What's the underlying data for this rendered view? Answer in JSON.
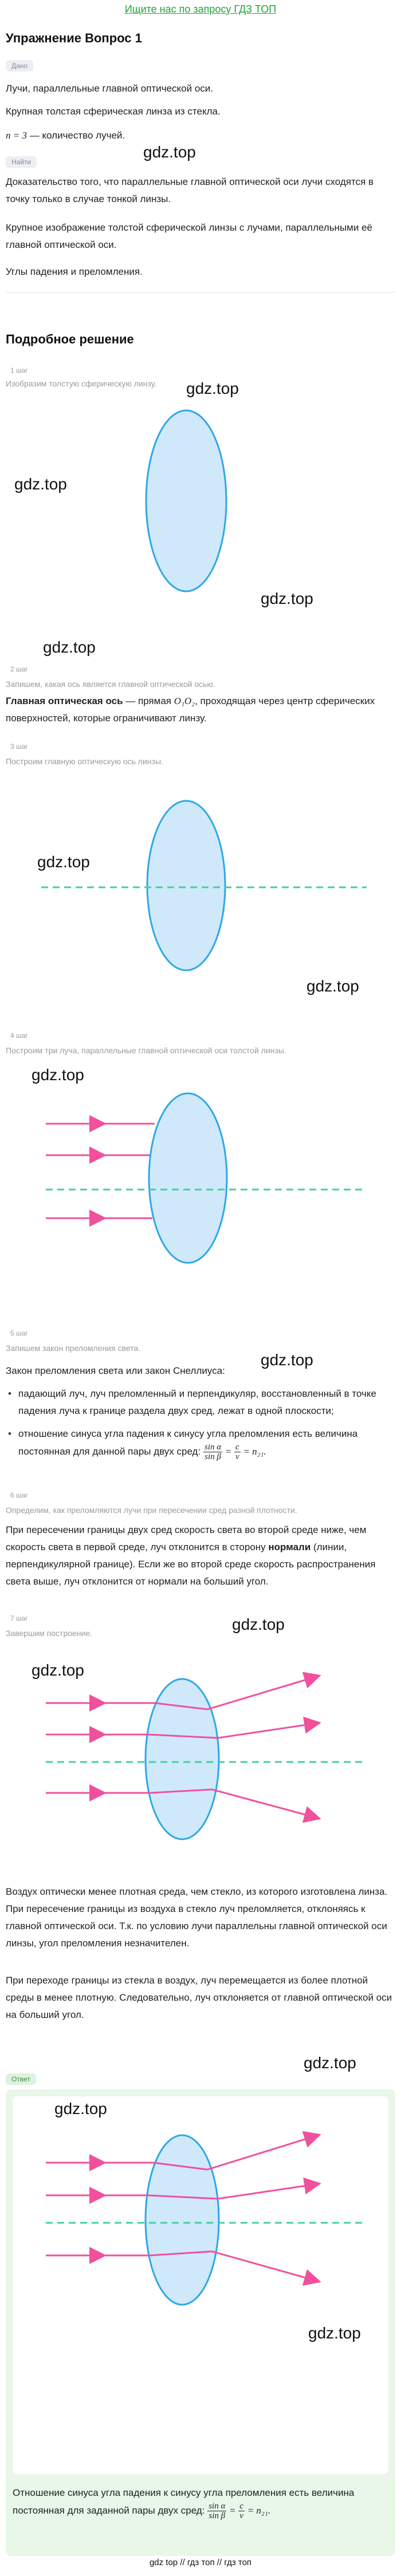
{
  "banner": "Ищите нас по запросу ГДЗ ТОП",
  "title": "Упражнение Вопрос 1",
  "given_tag": "Дано",
  "given": [
    "Лучи, параллельные главной оптической оси.",
    "Крупная толстая сферическая линза из стекла.",
    "— количество лучей."
  ],
  "given_formula": "n = 3",
  "find_tag": "Найти",
  "find": [
    "Доказательство того, что параллельные главной оптической оси лучи сходятся в точку только в случае тонкой линзы.",
    "Крупное изображение толстой сферической линзы с лучами, параллельными её главной оптической оси.",
    "Углы падения и преломления."
  ],
  "solution_title": "Подробное решение",
  "watermark": "gdz.top",
  "steps": [
    {
      "tag": "1 шаг",
      "caption": "Изобразим толстую сферическую линзу."
    },
    {
      "tag": "2 шаг",
      "caption": "Запишем, какая ось является главной оптической осью.",
      "text_bold": "Главная оптическая ось",
      "text_mid": " — прямая ",
      "text_math": "O₁O₂",
      "text_rest": ", проходящая через центр сферических поверхностей, которые ограничивают линзу."
    },
    {
      "tag": "3 шаг",
      "caption": "Построим главную оптическую ось линзы."
    },
    {
      "tag": "4 шаг",
      "caption": "Построим три луча, параллельные главной оптической оси толстой линзы."
    },
    {
      "tag": "5 шаг",
      "caption": "Запишем закон преломления света.",
      "intro": "Закон преломления света или закон Снеллиуса:",
      "b1": "падающий луч, луч преломленный и перпендикуляр, восстановленный в точке падения луча к границе раздела двух сред, лежат в одной плоскости;",
      "b2": "отношение синуса угла падения к синусу угла преломления есть величина постоянная для данной пары двух сред:"
    },
    {
      "tag": "6 шаг",
      "caption": "Определим, как преломляются лучи при пересечении сред разной плотности.",
      "p1": "При пересечении границы двух сред скорость света во второй среде ниже, чем скорость света в первой среде, луч отклонится в сторону ",
      "p1_bold": "нормали",
      "p1_rest": " (линии, перпендикулярной границе). Если же во второй среде скорость распространения света выше, луч отклонится от нормали на больший угол."
    },
    {
      "tag": "7 шаг",
      "caption": "Завершим построение."
    }
  ],
  "para1": "Воздух оптически менее плотная среда, чем стекло, из которого изготовлена линза. При пересечение границы из воздуха в стекло луч преломляется, отклоняясь к главной оптической оси. Т.к. по условию лучи параллельны главной оптической оси линзы, угол преломления незначителен.",
  "para2": "При переходе границы из стекла в воздух, луч перемещается из более плотной среды в менее плотную. Следовательно, луч отклоняется от главной оптической оси на больший угол.",
  "answer_tag": "Ответ",
  "answer_text": "Отношение синуса угла падения к синусу угла преломления есть величина постоянная для заданной пары двух сред:",
  "formula": {
    "num_l": "sin α",
    "den_l": "sin β",
    "num_r": "c",
    "den_r": "v",
    "result": "= n₂₁."
  },
  "footer": [
    "gdz top",
    "гдз топ",
    "гдз топ"
  ],
  "colors": {
    "lens_fill": "#cfe9fb",
    "lens_stroke": "#2ea8e6",
    "ray": "#f0509c",
    "axis": "#43d19a",
    "banner": "#22a43a"
  }
}
